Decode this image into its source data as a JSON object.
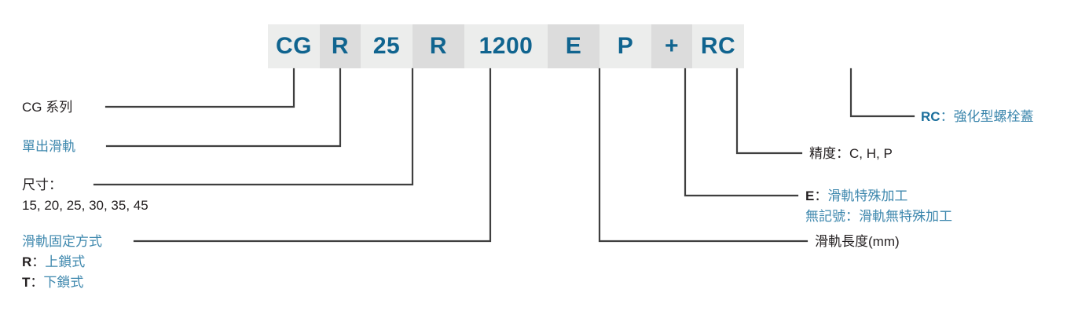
{
  "diagram": {
    "title": "CG series linear guide part number nomenclature",
    "accent_code_color": "#10648f",
    "accent_label_color": "#3d87ad",
    "text_color": "#231f20",
    "cell_shade_light": "#ecedec",
    "cell_shade_dark": "#dcdcdc",
    "leader_line_color": "#3f3f3f"
  },
  "code_segments": [
    {
      "id": "series",
      "text": "CG",
      "width": 66,
      "shade": "a"
    },
    {
      "id": "rail-type",
      "text": "R",
      "width": 52,
      "shade": "b"
    },
    {
      "id": "size",
      "text": "25",
      "width": 66,
      "shade": "a"
    },
    {
      "id": "mounting",
      "text": "R",
      "width": 66,
      "shade": "b"
    },
    {
      "id": "length",
      "text": "1200",
      "width": 106,
      "shade": "a"
    },
    {
      "id": "machining",
      "text": "E",
      "width": 66,
      "shade": "b"
    },
    {
      "id": "accuracy",
      "text": "P",
      "width": 66,
      "shade": "a"
    },
    {
      "id": "plus",
      "text": "+",
      "width": 52,
      "shade": "b"
    },
    {
      "id": "bolt-cover",
      "text": "RC",
      "width": 66,
      "shade": "a"
    }
  ],
  "labels_left": {
    "series": {
      "line1": "CG 系列"
    },
    "rail_type": {
      "line1": "單出滑軌"
    },
    "size": {
      "line1": "尺寸：",
      "line2": "15, 20, 25, 30, 35, 45"
    },
    "mounting": {
      "line1": "滑軌固定方式",
      "line2_code": "R",
      "line2_sep": "：",
      "line2_text": "上鎖式",
      "line3_code": "T",
      "line3_sep": "：",
      "line3_text": "下鎖式"
    }
  },
  "labels_right": {
    "bolt_cover": {
      "code": "RC",
      "sep": "：",
      "text": "強化型螺栓蓋"
    },
    "accuracy": {
      "line1": "精度：C, H, P"
    },
    "machining": {
      "line1_code": "E",
      "line1_sep": "：",
      "line1_text": "滑軌特殊加工",
      "line2": "無記號：滑軌無特殊加工"
    },
    "length": {
      "line1": "滑軌長度(mm)"
    }
  }
}
